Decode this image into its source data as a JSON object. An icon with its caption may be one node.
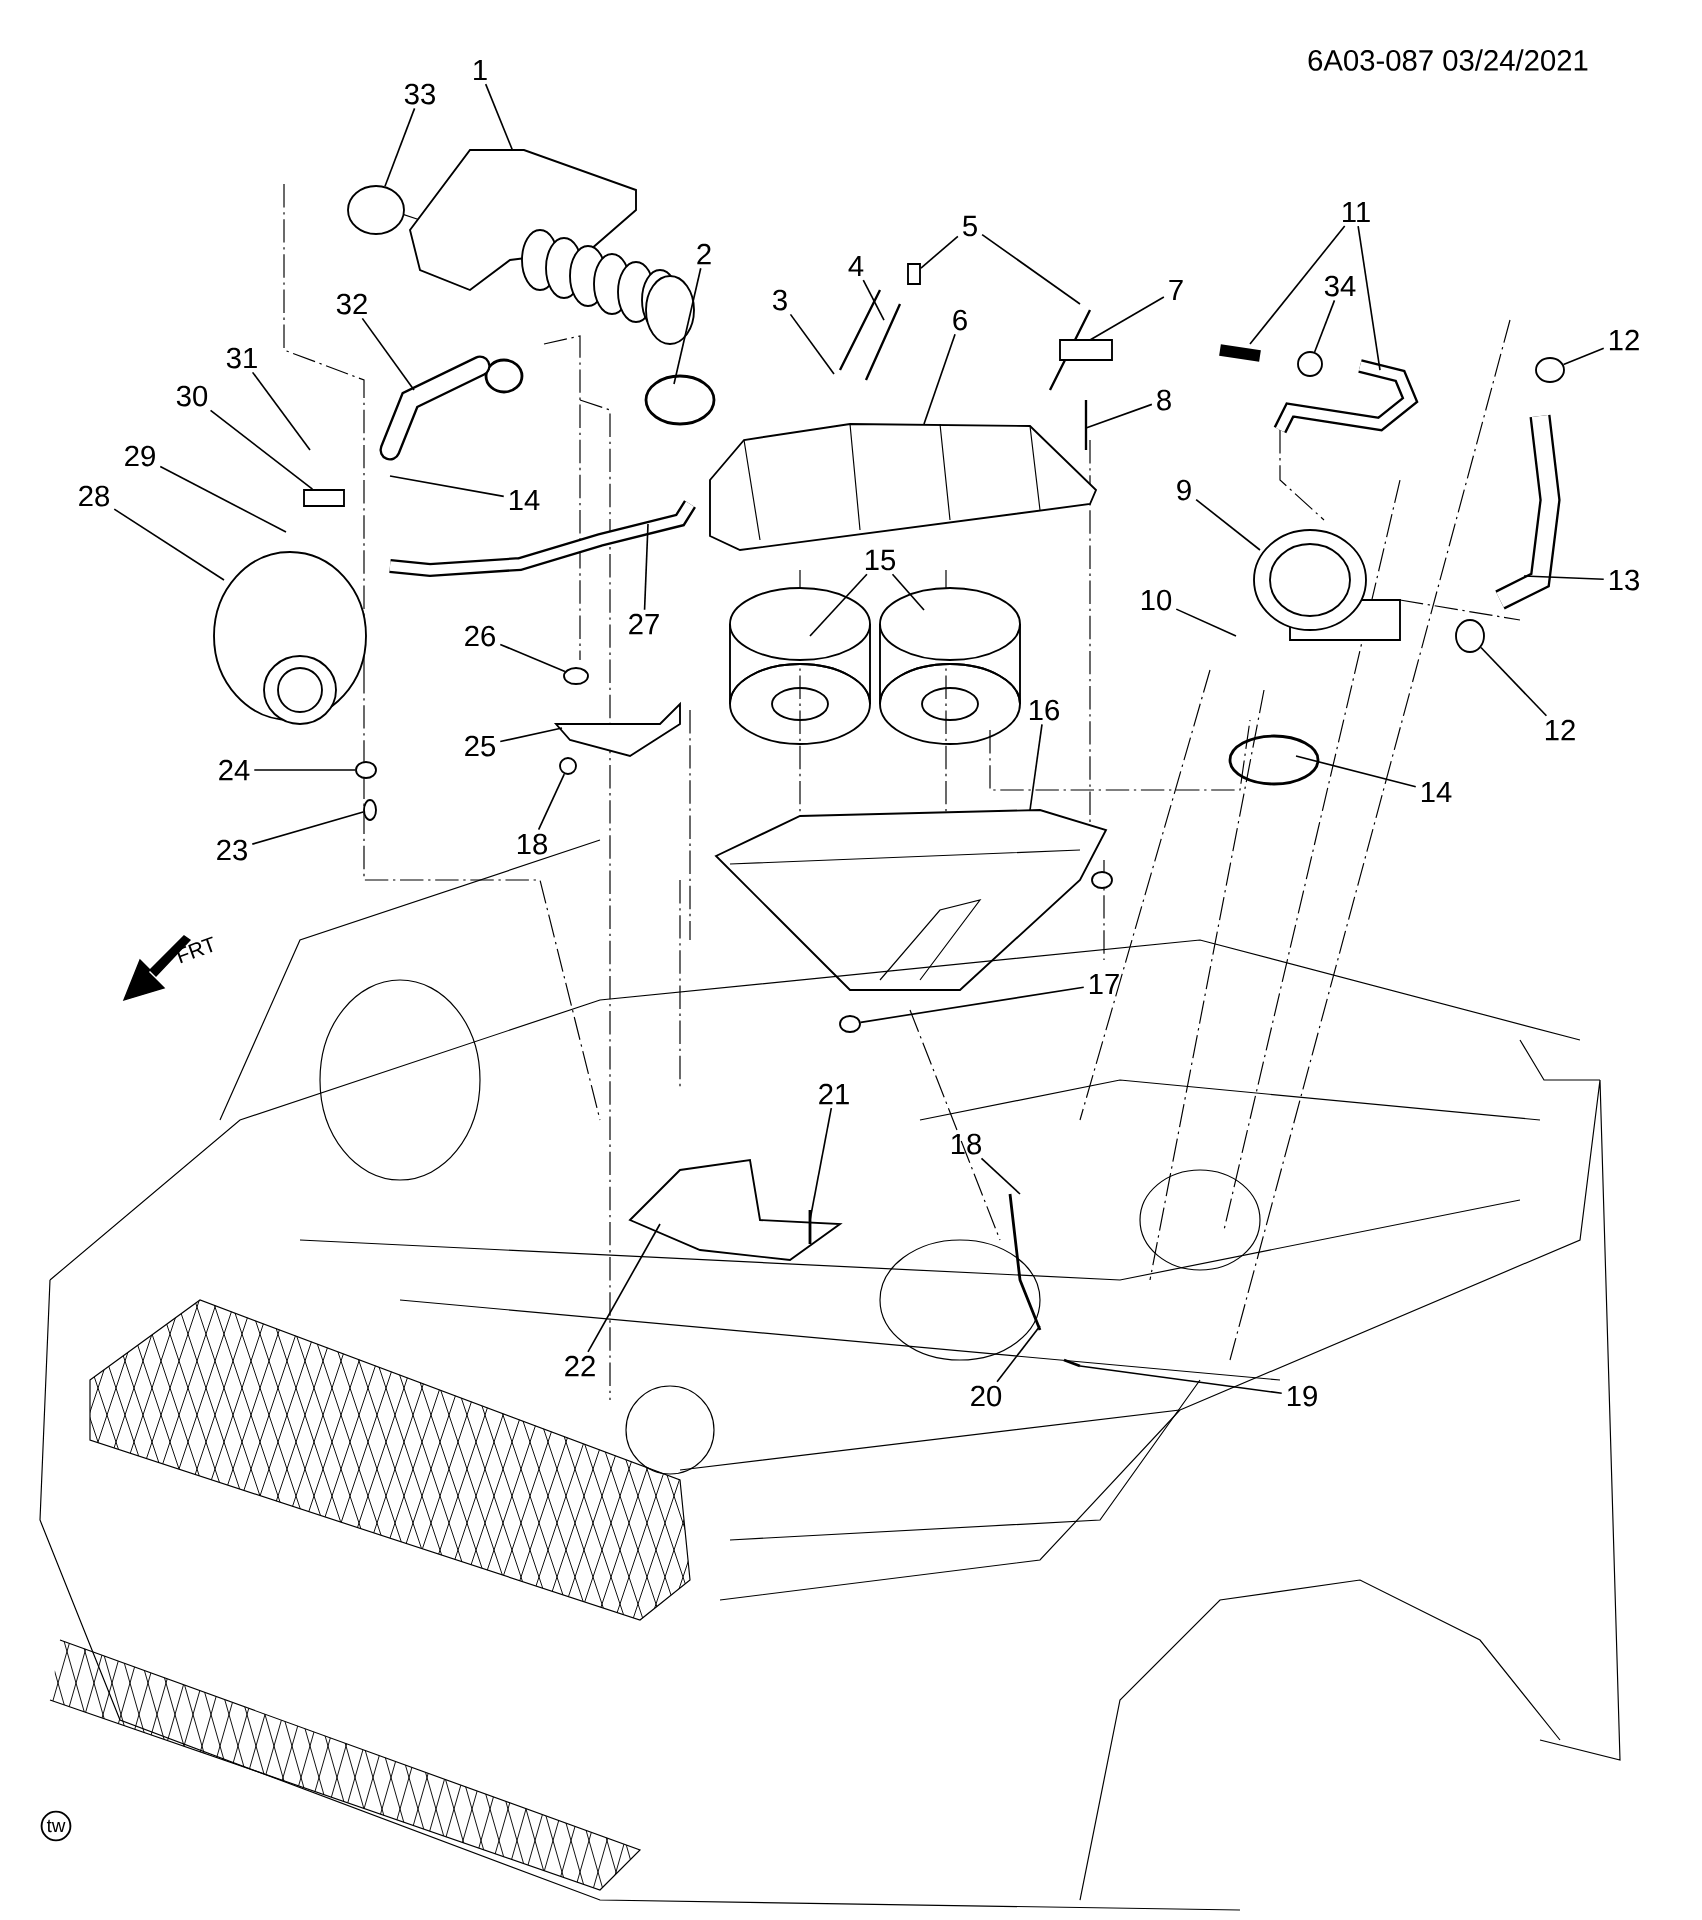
{
  "diagram": {
    "nodes": [
      {
        "text": [
          "1"
        ]
      },
      {
        "text": [
          "33"
        ]
      },
      {
        "text": [
          "2"
        ]
      },
      {
        "text": [
          "3"
        ]
      },
      {
        "text": [
          "4"
        ]
      },
      {
        "text": [
          "5"
        ]
      },
      {
        "text": [
          "6"
        ]
      },
      {
        "text": [
          "7"
        ]
      },
      {
        "text": [
          "8"
        ]
      },
      {
        "text": [
          "11"
        ]
      },
      {
        "text": [
          "34"
        ]
      },
      {
        "text": [
          "12"
        ]
      },
      {
        "text": [
          "32"
        ]
      },
      {
        "text": [
          "31"
        ]
      },
      {
        "text": [
          "14"
        ]
      },
      {
        "text": [
          "30"
        ]
      },
      {
        "text": [
          "29"
        ]
      },
      {
        "text": [
          "28"
        ]
      },
      {
        "text": [
          "9"
        ]
      },
      {
        "text": [
          "10"
        ]
      },
      {
        "text": [
          "15"
        ]
      },
      {
        "text": [
          "27"
        ]
      },
      {
        "text": [
          "26"
        ]
      },
      {
        "text": [
          "13"
        ]
      },
      {
        "text": [
          "12"
        ]
      },
      {
        "text": [
          "25"
        ]
      },
      {
        "text": [
          "16"
        ]
      },
      {
        "text": [
          "24"
        ]
      },
      {
        "text": [
          "14"
        ]
      },
      {
        "text": [
          "23"
        ]
      },
      {
        "text": [
          "18"
        ]
      },
      {
        "text": [
          "17"
        ]
      },
      {
        "text": [
          "21"
        ]
      },
      {
        "text": [
          "18"
        ]
      },
      {
        "text": [
          "22"
        ]
      },
      {
        "text": [
          "20"
        ]
      },
      {
        "text": [
          "19"
        ]
      },
      {
        "text": [],
        "shape": "box"
      },
      {
        "text": [],
        "shape": "circle"
      },
      {
        "text": [],
        "shape": "circle"
      },
      {
        "text": [],
        "shape": "circle"
      },
      {
        "text": [],
        "shape": "circle"
      },
      {
        "text": [],
        "shape": "box"
      },
      {
        "text": [],
        "shape": "circle"
      },
      {
        "text": [],
        "shape": "circle"
      },
      {
        "text": [],
        "shape": "circle"
      },
      {
        "text": [],
        "shape": "circle"
      },
      {
        "text": [],
        "shape": "circle"
      },
      {
        "text": [],
        "shape": "picture"
      }
    ],
    "edges": [
      {
        "from": 0,
        "to": 48,
        "arrow": "none"
      },
      {
        "from": 1,
        "to": 47,
        "arrow": "none"
      },
      {
        "from": 2,
        "to": null,
        "arrow": "none"
      },
      {
        "from": 3,
        "to": null,
        "arrow": "none"
      },
      {
        "from": 4,
        "to": null,
        "arrow": "none"
      },
      {
        "from": 5,
        "to": 42,
        "arrow": "none"
      },
      {
        "from": 5,
        "to": null,
        "arrow": "none"
      },
      {
        "from": 6,
        "to": null,
        "arrow": "none"
      },
      {
        "from": 7,
        "to": null,
        "arrow": "none"
      },
      {
        "from": 8,
        "to": null,
        "arrow": "none"
      },
      {
        "from": 9,
        "to": null,
        "arrow": "none"
      },
      {
        "from": 9,
        "to": null,
        "arrow": "none"
      },
      {
        "from": 10,
        "to": 43,
        "arrow": "none"
      },
      {
        "from": 11,
        "to": 44,
        "arrow": "none"
      },
      {
        "from": 12,
        "to": null,
        "arrow": "none"
      },
      {
        "from": 13,
        "to": null,
        "arrow": "none"
      },
      {
        "from": 14,
        "to": null,
        "arrow": "none"
      },
      {
        "from": 15,
        "to": 37,
        "arrow": "none"
      },
      {
        "from": 16,
        "to": null,
        "arrow": "none"
      },
      {
        "from": 17,
        "to": null,
        "arrow": "none"
      },
      {
        "from": 18,
        "to": null,
        "arrow": "none"
      },
      {
        "from": 19,
        "to": null,
        "arrow": "none"
      },
      {
        "from": 20,
        "to": null,
        "arrow": "none"
      },
      {
        "from": 20,
        "to": null,
        "arrow": "none"
      },
      {
        "from": 21,
        "to": null,
        "arrow": "none"
      },
      {
        "from": 22,
        "to": 40,
        "arrow": "none"
      },
      {
        "from": 23,
        "to": null,
        "arrow": "none"
      },
      {
        "from": 24,
        "to": 45,
        "arrow": "none"
      },
      {
        "from": 25,
        "to": null,
        "arrow": "none"
      },
      {
        "from": 26,
        "to": null,
        "arrow": "none"
      },
      {
        "from": 27,
        "to": 38,
        "arrow": "none"
      },
      {
        "from": 28,
        "to": null,
        "arrow": "none"
      },
      {
        "from": 29,
        "to": 39,
        "arrow": "none"
      },
      {
        "from": 30,
        "to": 41,
        "arrow": "none"
      },
      {
        "from": 31,
        "to": 46,
        "arrow": "none"
      },
      {
        "from": 32,
        "to": null,
        "arrow": "none"
      },
      {
        "from": 33,
        "to": null,
        "arrow": "none"
      },
      {
        "from": 34,
        "to": null,
        "arrow": "none"
      },
      {
        "from": 35,
        "to": null,
        "arrow": "none"
      },
      {
        "from": 36,
        "to": null,
        "arrow": "none"
      }
    ],
    "labels": [
      "6A03-087  03/24/2021",
      "FRT",
      "tw"
    ]
  }
}
